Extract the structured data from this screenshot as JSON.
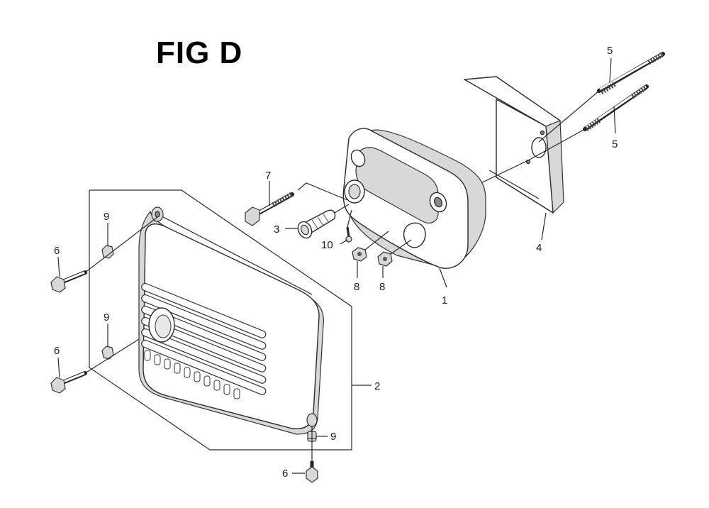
{
  "figure": {
    "title": "FIG D"
  },
  "callouts": {
    "c1": "1",
    "c2": "2",
    "c3": "3",
    "c4": "4",
    "c5a": "5",
    "c5b": "5",
    "c6a": "6",
    "c6b": "6",
    "c6c": "6",
    "c7": "7",
    "c8a": "8",
    "c8b": "8",
    "c9a": "9",
    "c9b": "9",
    "c9c": "9",
    "c10": "10"
  }
}
